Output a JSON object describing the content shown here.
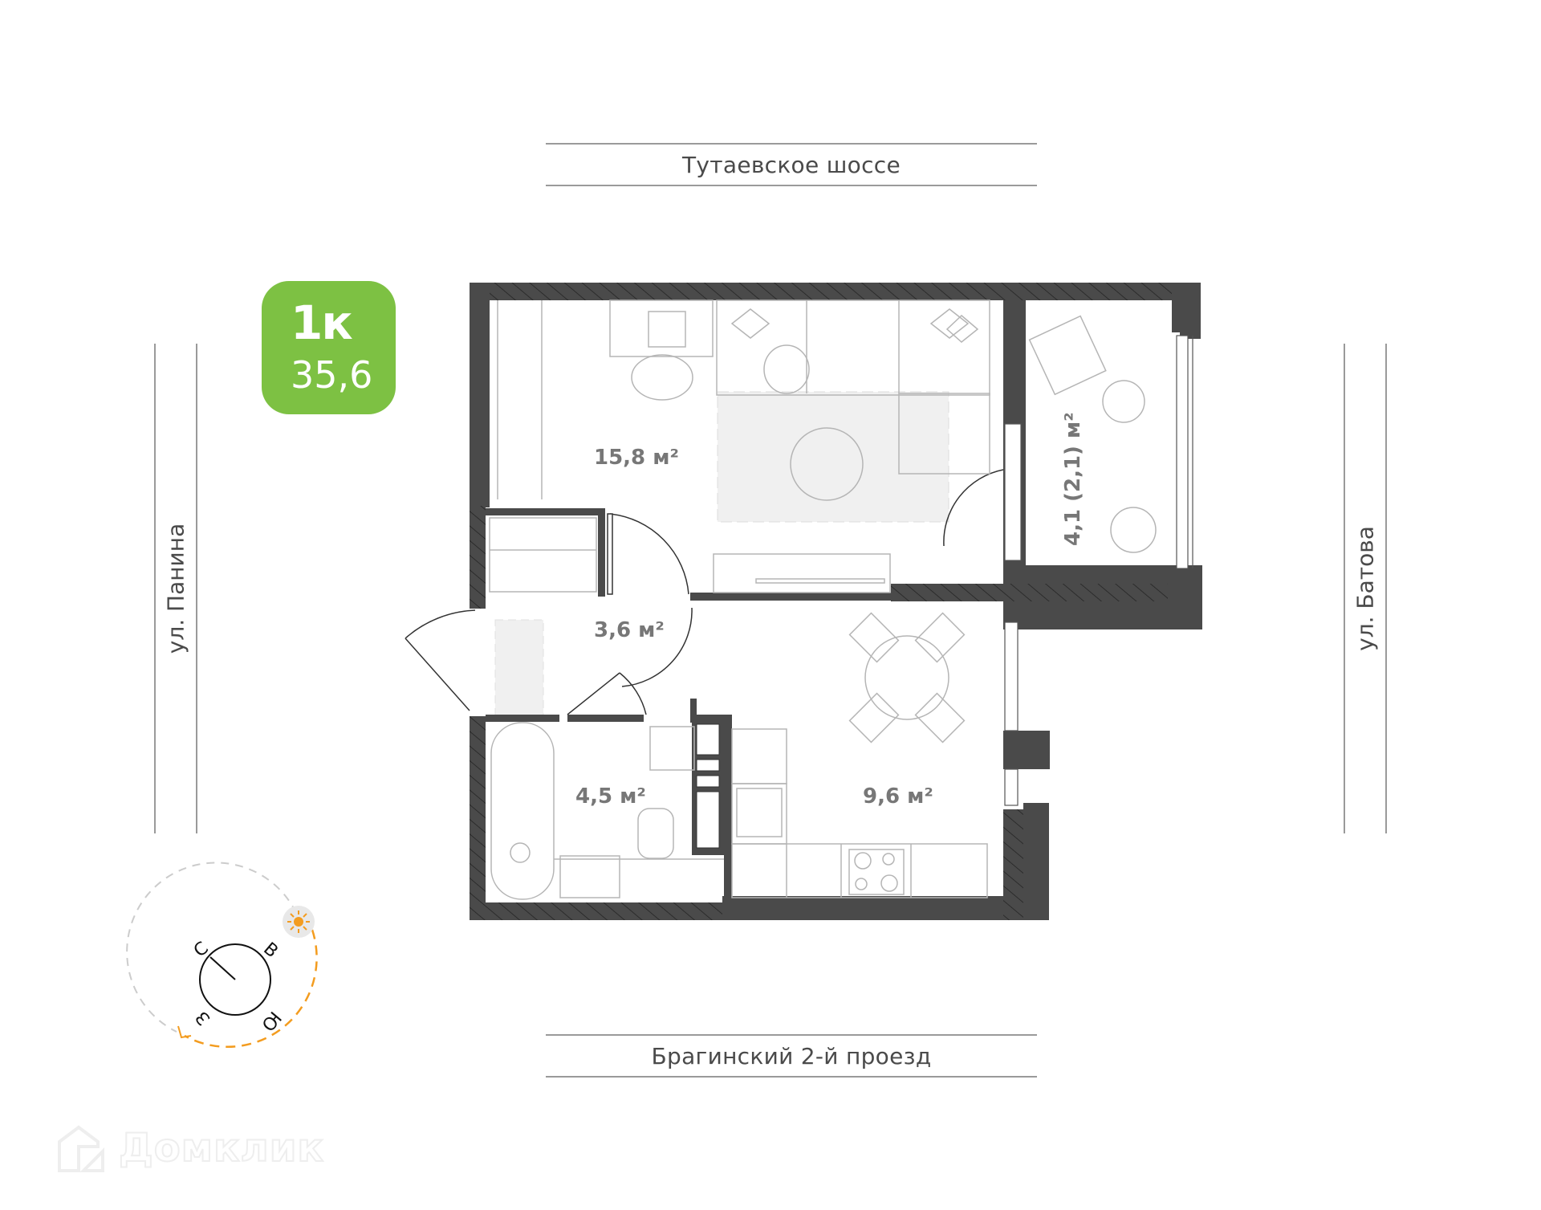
{
  "badge": {
    "rooms": "1к",
    "total_area": "35,6",
    "color": "#7dc143"
  },
  "streets": {
    "top": "Тутаевское шоссе",
    "bottom": "Брагинский 2-й проезд",
    "left": "ул. Панина",
    "right": "ул. Батова"
  },
  "rooms": [
    {
      "id": "living-room",
      "area": "15,8 м²"
    },
    {
      "id": "hallway",
      "area": "3,6 м²"
    },
    {
      "id": "bathroom",
      "area": "4,5 м²"
    },
    {
      "id": "kitchen",
      "area": "9,6 м²"
    },
    {
      "id": "balcony",
      "area": "4,1 (2,1) м²"
    }
  ],
  "compass": {
    "north": "С",
    "east": "В",
    "south": "Ю",
    "west": "З",
    "sun_icon": "sun-icon",
    "sun_color": "#f39c1f"
  },
  "colors": {
    "wall": "#4a4a4a",
    "furniture_line": "#b5b5b5",
    "rug": "#f0f0f0",
    "street_line": "#9a9a9a"
  },
  "watermark": {
    "text": "Домклик",
    "icon": "domclick-house-icon"
  }
}
